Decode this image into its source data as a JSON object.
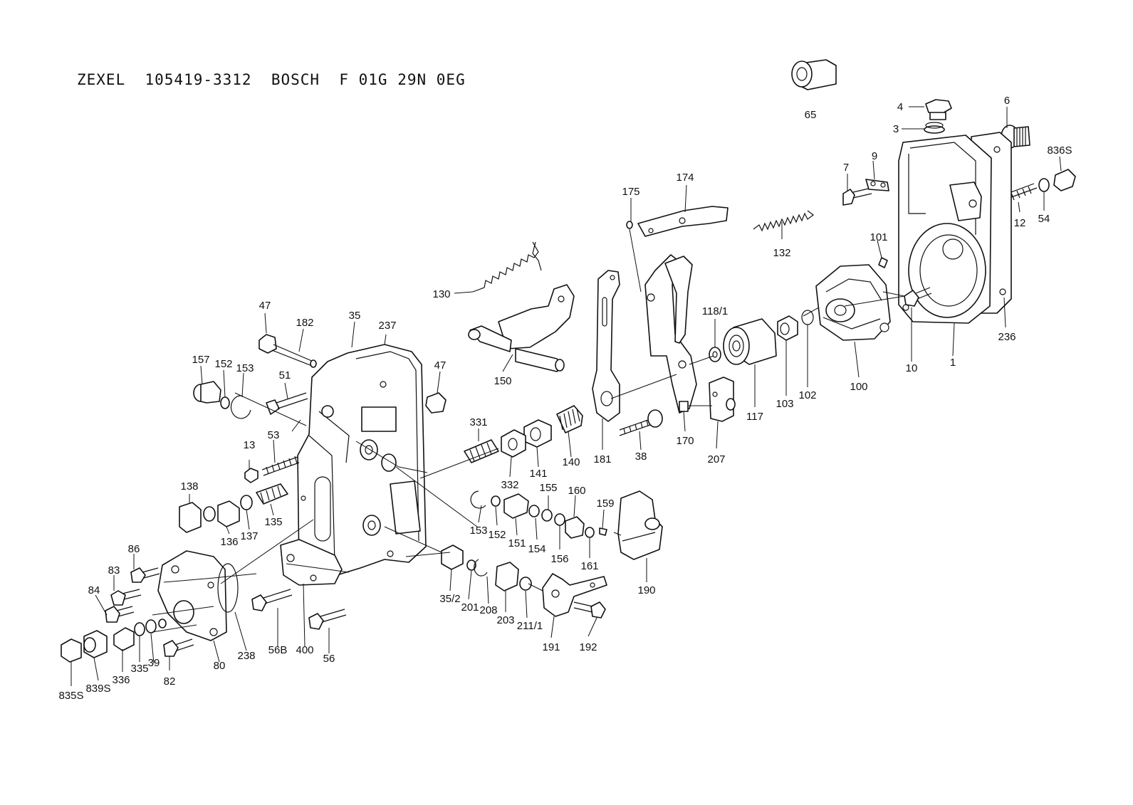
{
  "title": "ZEXEL  105419-3312  BOSCH  F 01G 29N 0EG",
  "labels": {
    "p65": "65",
    "p4": "4",
    "p3": "3",
    "p6": "6",
    "p836S": "836S",
    "p7": "7",
    "p9": "9",
    "p12": "12",
    "p54": "54",
    "p101": "101",
    "p236": "236",
    "p1": "1",
    "p10": "10",
    "p100": "100",
    "p102": "102",
    "p103": "103",
    "p117": "117",
    "p118_1": "118/1",
    "p132": "132",
    "p174": "174",
    "p175": "175",
    "p130": "130",
    "p150": "150",
    "p181": "181",
    "p170": "170",
    "p207": "207",
    "p38": "38",
    "p140": "140",
    "p141": "141",
    "p332": "332",
    "p331": "331",
    "p47a": "47",
    "p182": "182",
    "p35": "35",
    "p237": "237",
    "p47b": "47",
    "p157": "157",
    "p152a": "152",
    "p153a": "153",
    "p51": "51",
    "p13": "13",
    "p53": "53",
    "p138": "138",
    "p136": "136",
    "p137": "137",
    "p135": "135",
    "p153b": "153",
    "p152b": "152",
    "p151": "151",
    "p154": "154",
    "p155": "155",
    "p156": "156",
    "p160": "160",
    "p159": "159",
    "p161": "161",
    "p190": "190",
    "p86": "86",
    "p83": "83",
    "p84": "84",
    "p80": "80",
    "p238": "238",
    "p56B": "56B",
    "p400": "400",
    "p56": "56",
    "p35_2": "35/2",
    "p201": "201",
    "p208": "208",
    "p203": "203",
    "p211_1": "211/1",
    "p191": "191",
    "p192": "192",
    "p335": "335",
    "p39": "39",
    "p82": "82",
    "p336": "336",
    "p839S": "839S",
    "p835S": "835S"
  }
}
